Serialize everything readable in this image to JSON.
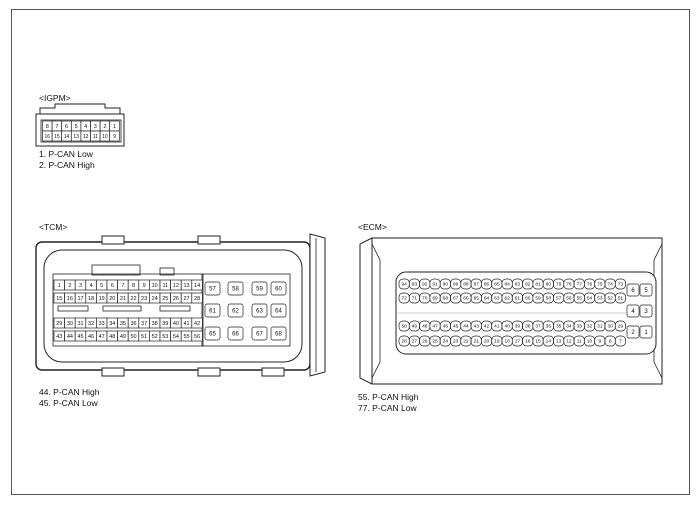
{
  "igpm": {
    "title": "<IGPM>",
    "pins_top": [
      "8",
      "7",
      "6",
      "5",
      "4",
      "3",
      "2",
      "1"
    ],
    "pins_bottom": [
      "16",
      "15",
      "14",
      "13",
      "12",
      "11",
      "10",
      "9"
    ],
    "notes": [
      "1. P-CAN Low",
      "2. P-CAN High"
    ]
  },
  "tcm": {
    "title": "<TCM>",
    "rows": [
      [
        "1",
        "2",
        "3",
        "4",
        "5",
        "6",
        "7",
        "8",
        "9",
        "10",
        "11",
        "12",
        "13",
        "14"
      ],
      [
        "15",
        "16",
        "17",
        "18",
        "19",
        "20",
        "21",
        "22",
        "23",
        "24",
        "25",
        "26",
        "27",
        "28"
      ],
      [
        "29",
        "30",
        "31",
        "32",
        "33",
        "34",
        "35",
        "36",
        "37",
        "38",
        "39",
        "40",
        "41",
        "42"
      ],
      [
        "43",
        "44",
        "45",
        "46",
        "47",
        "48",
        "49",
        "50",
        "51",
        "52",
        "53",
        "54",
        "55",
        "56"
      ]
    ],
    "big_pins": [
      [
        "57",
        "58",
        "59",
        "60"
      ],
      [
        "61",
        "62",
        "63",
        "64"
      ],
      [
        "65",
        "66",
        "67",
        "68"
      ]
    ],
    "notes": [
      "44. P-CAN High",
      "45. P-CAN Low"
    ]
  },
  "ecm": {
    "title": "<ECM>",
    "rows": [
      [
        "94",
        "93",
        "92",
        "91",
        "90",
        "89",
        "88",
        "87",
        "86",
        "85",
        "84",
        "83",
        "82",
        "81",
        "80",
        "79",
        "78",
        "77",
        "76",
        "75",
        "74",
        "73"
      ],
      [
        "72",
        "71",
        "70",
        "69",
        "68",
        "67",
        "66",
        "65",
        "64",
        "63",
        "62",
        "61",
        "60",
        "59",
        "58",
        "57",
        "56",
        "55",
        "54",
        "53",
        "52",
        "51"
      ],
      [
        "50",
        "49",
        "48",
        "47",
        "46",
        "45",
        "44",
        "43",
        "42",
        "41",
        "40",
        "39",
        "38",
        "37",
        "36",
        "35",
        "34",
        "33",
        "32",
        "31",
        "30",
        "29"
      ],
      [
        "28",
        "27",
        "26",
        "25",
        "24",
        "23",
        "22",
        "21",
        "20",
        "19",
        "18",
        "17",
        "16",
        "15",
        "14",
        "13",
        "12",
        "11",
        "10",
        "9",
        "8",
        "7"
      ]
    ],
    "side_pins": [
      [
        "6",
        "5"
      ],
      [
        "4",
        "3"
      ],
      [
        "2",
        "1"
      ]
    ],
    "notes": [
      "55. P-CAN High",
      "77. P-CAN Low"
    ]
  }
}
